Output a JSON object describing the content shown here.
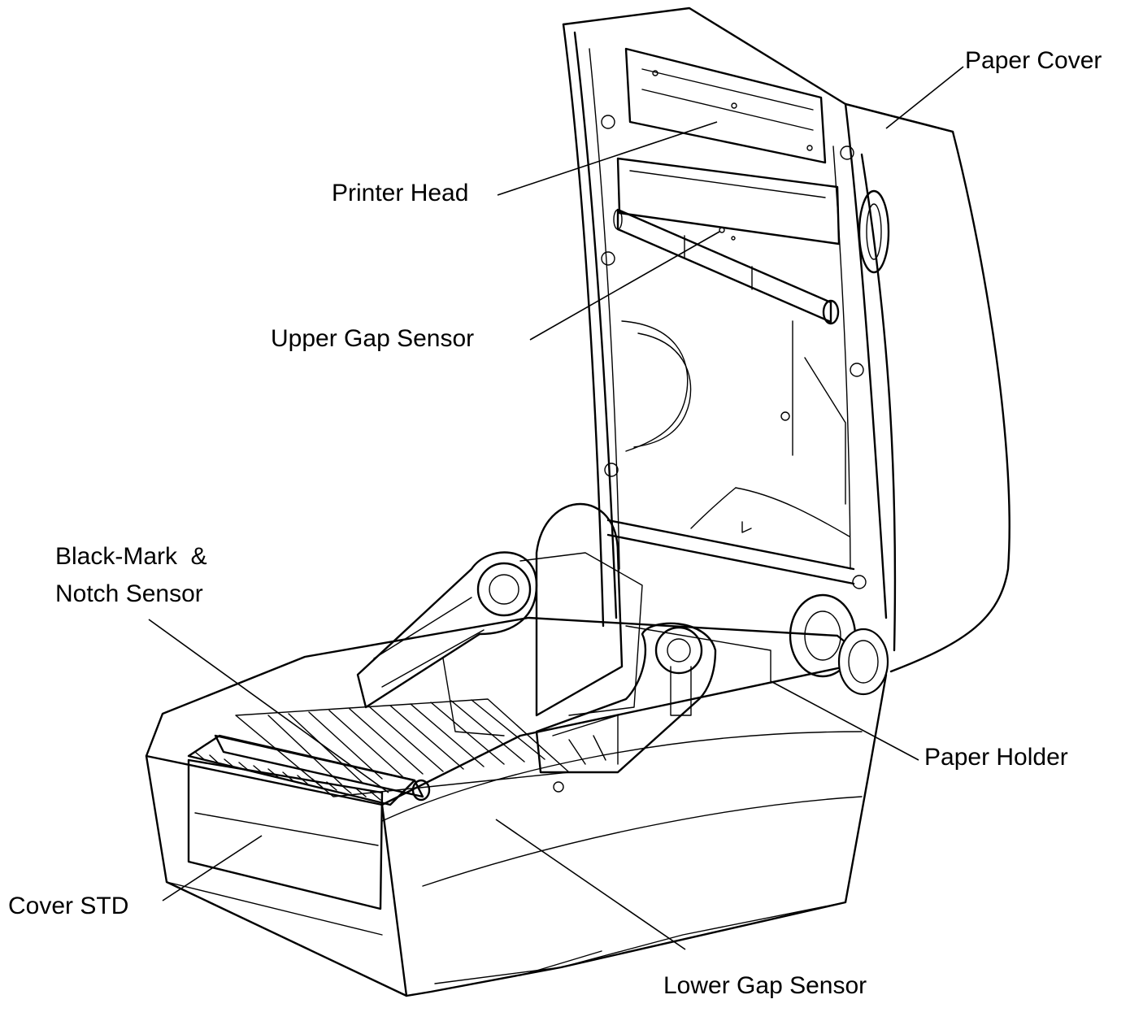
{
  "labels": {
    "paper_cover": "Paper Cover",
    "printer_head": "Printer Head",
    "upper_gap_sensor": "Upper Gap Sensor",
    "black_mark_line1": "Black-Mark  &",
    "black_mark_line2": "Notch Sensor",
    "paper_holder": "Paper Holder",
    "cover_std": "Cover STD",
    "lower_gap_sensor": "Lower Gap Sensor"
  },
  "colors": {
    "ink": "#000000",
    "paper": "#ffffff"
  }
}
